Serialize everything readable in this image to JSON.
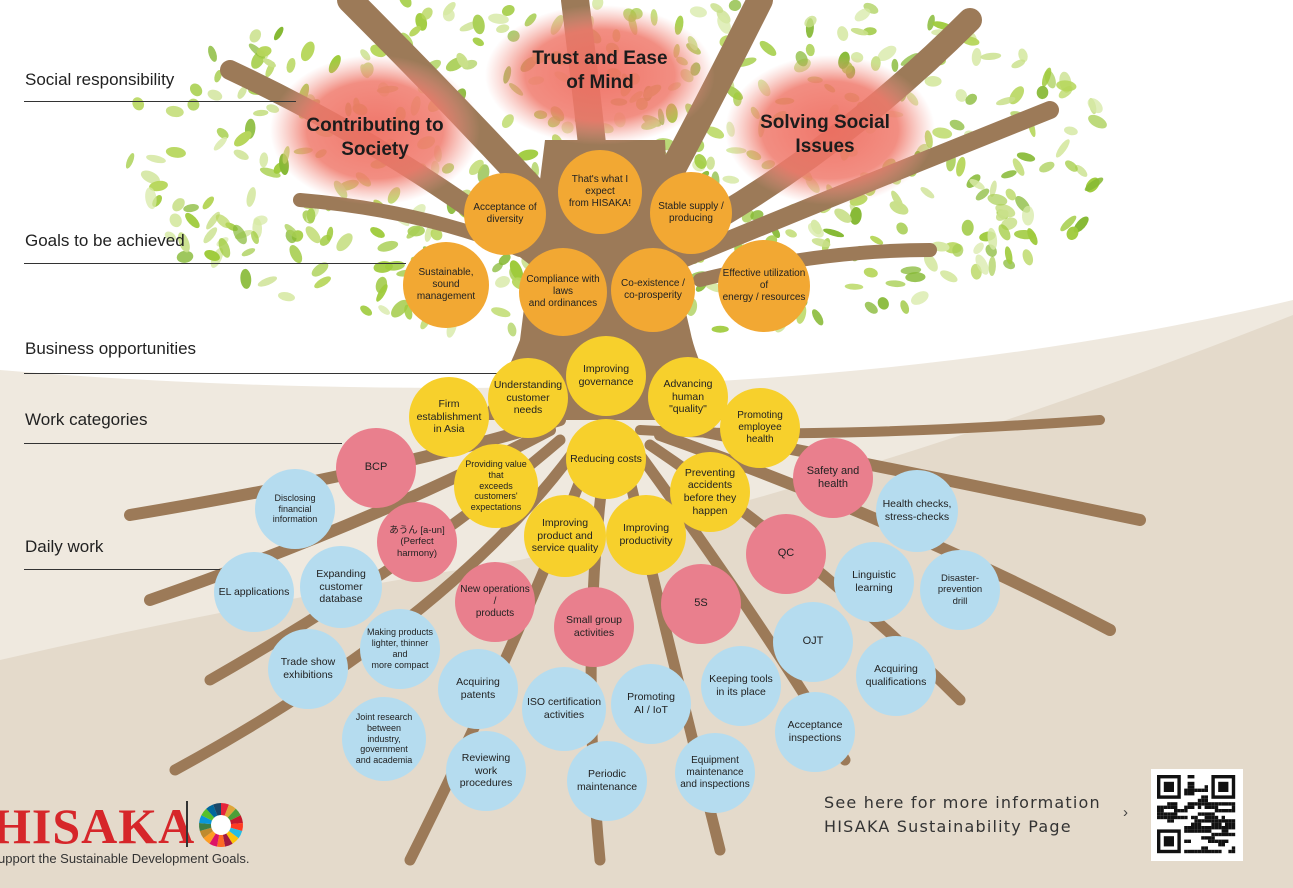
{
  "side_labels": {
    "social": "Social responsibility",
    "goals": "Goals to be achieved",
    "business": "Business opportunities",
    "work": "Work categories",
    "daily": "Daily work"
  },
  "top_values": {
    "trust": "Trust and Ease\nof Mind",
    "society": "Contributing to\nSociety",
    "solving": "Solving Social\nIssues"
  },
  "goals": {
    "expect": "That's what I expect\nfrom HISAKA!",
    "diversity": "Acceptance of\ndiversity",
    "supply": "Stable supply /\nproducing",
    "sound": "Sustainable, sound\nmanagement",
    "compliance": "Compliance with laws\nand ordinances",
    "coexist": "Co-existence /\nco-prosperity",
    "energy": "Effective utilization of\nenergy / resources"
  },
  "work": {
    "governance": "Improving\ngovernance",
    "needs": "Understanding\ncustomer needs",
    "asia": "Firm\nestablishment\nin Asia",
    "human": "Advancing\nhuman\n\"quality\"",
    "health": "Promoting\nemployee health",
    "costs": "Reducing costs",
    "value": "Providing value that\nexceeds customers'\nexpectations",
    "accidents": "Preventing\naccidents\nbefore they\nhappen",
    "quality": "Improving\nproduct and\nservice quality",
    "productivity": "Improving\nproductivity"
  },
  "red": {
    "bcp": "BCP",
    "safety": "Safety and\nhealth",
    "aun": "あうん [a-un]\n(Perfect harmony)",
    "qc": "QC",
    "newops": "New operations /\nproducts",
    "five_s": "5S",
    "smallgroup": "Small group\nactivities"
  },
  "daily": {
    "disclosing": "Disclosing financial\ninformation",
    "checks": "Health checks,\nstress-checks",
    "el": "EL applications",
    "database": "Expanding\ncustomer\ndatabase",
    "linguistic": "Linguistic\nlearning",
    "disaster": "Disaster-prevention\ndrill",
    "lighter": "Making products\nlighter, thinner and\nmore compact",
    "ojt": "OJT",
    "tradeshow": "Trade show\nexhibitions",
    "qualifications": "Acquiring\nqualifications",
    "patents": "Acquiring\npatents",
    "iso": "ISO certification\nactivities",
    "ai": "Promoting\nAI / IoT",
    "tools": "Keeping tools\nin its place",
    "joint": "Joint research between\nindustry, government\nand academia",
    "acceptance": "Acceptance\ninspections",
    "reviewing": "Reviewing work\nprocedures",
    "periodic": "Periodic\nmaintenance",
    "equipment": "Equipment\nmaintenance\nand inspections"
  },
  "footer": {
    "line1": "See here for more information",
    "line2": "HISAKA Sustainability Page",
    "chevron": "›"
  },
  "logo": {
    "word": "HISAKA",
    "tagline": "upport the Sustainable Development Goals."
  },
  "colors": {
    "trunk": "#9c7a58",
    "ground": "#e4dacb",
    "leaf": "#9fcb3c",
    "red_glow": "#ef6f62",
    "orange": "#f2a833",
    "yellow": "#f7d02c",
    "pink": "#e97f8d",
    "blue": "#b5dcef",
    "logo_red": "#d6262a"
  }
}
